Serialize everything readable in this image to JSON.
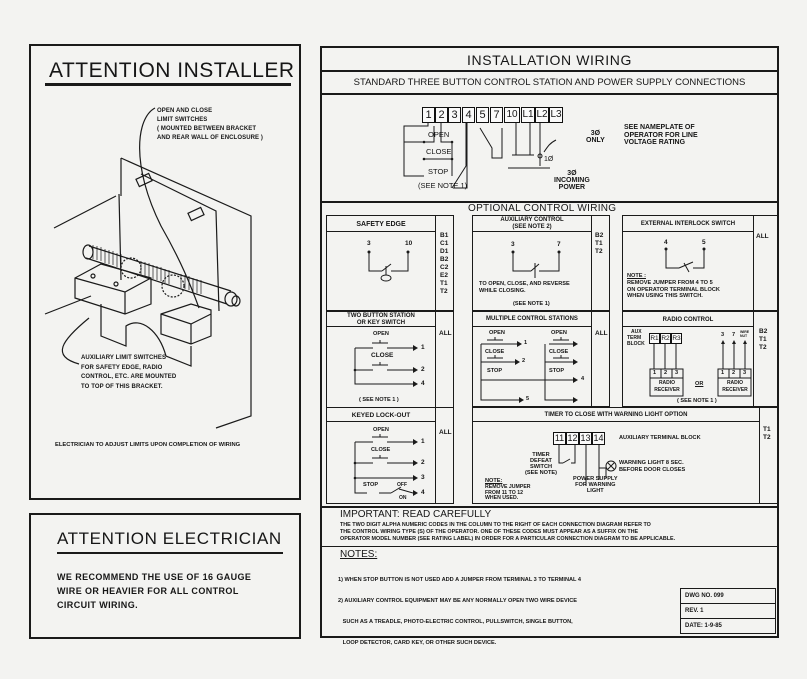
{
  "installer": {
    "title": "ATTENTION INSTALLER",
    "callout_top": [
      "OPEN AND CLOSE",
      "LIMIT SWITCHES",
      "( MOUNTED BETWEEN BRACKET",
      "  AND REAR WALL OF ENCLOSURE )"
    ],
    "callout_bottom": [
      "AUXILIARY LIMIT SWITCHES",
      "FOR SAFETY EDGE, RADIO",
      "CONTROL, ETC. ARE MOUNTED",
      "TO TOP OF THIS BRACKET."
    ],
    "footer": "ELECTRICIAN TO ADJUST LIMITS UPON COMPLETION OF WIRING"
  },
  "electrician": {
    "title": "ATTENTION ELECTRICIAN",
    "body": [
      "WE RECOMMEND THE USE OF 16 GAUGE",
      "WIRE OR HEAVIER FOR ALL CONTROL",
      "CIRCUIT WIRING."
    ]
  },
  "wiring": {
    "title": "INSTALLATION WIRING",
    "standard_title": "STANDARD THREE BUTTON CONTROL STATION AND POWER SUPPLY CONNECTIONS",
    "terminals": [
      "1",
      "2",
      "3",
      "4",
      "5",
      "7",
      "10",
      "L1",
      "L2",
      "L3"
    ],
    "labels": {
      "open": "OPEN",
      "close": "CLOSE",
      "stop": "STOP",
      "see_note": "(SEE NOTE 1)",
      "three_phase_only": [
        "3Ø",
        "ONLY"
      ],
      "single_phase": "1Ø",
      "incoming": [
        "3Ø",
        "INCOMING",
        "POWER"
      ]
    },
    "nameplate_note": [
      "SEE NAMEPLATE OF",
      "OPERATOR FOR LINE",
      "VOLTAGE RATING"
    ]
  },
  "optional": {
    "title": "OPTIONAL CONTROL WIRING",
    "safety_edge": {
      "title": "SAFETY EDGE",
      "t1": "3",
      "t2": "10",
      "codes": "B1\nC1\nD1\nB2\nC2\nE2\nT1\nT2"
    },
    "aux_control": {
      "title": [
        "AUXILIARY CONTROL",
        "(SEE NOTE 2)"
      ],
      "t1": "3",
      "t2": "7",
      "codes": "B2\nT1\nT2",
      "desc": [
        "TO OPEN, CLOSE, AND REVERSE",
        "WHILE CLOSING."
      ],
      "note": "(SEE NOTE 1)"
    },
    "interlock": {
      "title": "EXTERNAL INTERLOCK SWITCH",
      "t1": "4",
      "t2": "5",
      "codes": "ALL",
      "note_head": "NOTE :",
      "note": [
        "REMOVE JUMPER FROM 4 TO 5",
        "ON OPERATOR TERMINAL BLOCK",
        "WHEN USING THIS SWITCH."
      ]
    },
    "two_button": {
      "title": [
        "TWO BUTTON STATION",
        "OR KEY SWITCH"
      ],
      "codes": "ALL",
      "open": "OPEN",
      "close": "CLOSE",
      "outs": [
        "1",
        "2",
        "4"
      ],
      "note": "( SEE NOTE 1 )"
    },
    "multiple": {
      "title": "MULTIPLE CONTROL STATIONS",
      "codes": "ALL",
      "open": "OPEN",
      "close": "CLOSE",
      "stop": "STOP",
      "outs": [
        "1",
        "2",
        "4",
        "5"
      ]
    },
    "radio": {
      "title": "RADIO CONTROL",
      "codes": "B2\nT1\nT2",
      "aux": [
        "AUX",
        "TERM",
        "BLOCK"
      ],
      "aux_terms": [
        "R1",
        "R2",
        "R3"
      ],
      "rx_terms": [
        "1",
        "2",
        "3"
      ],
      "receiver": [
        "RADIO",
        "RECEIVER"
      ],
      "or": "OR",
      "right_inputs": [
        "3",
        "7",
        "WIRE NUT"
      ],
      "note": "( SEE NOTE 1 )"
    },
    "keyed": {
      "title": "KEYED LOCK-OUT",
      "codes": "ALL",
      "open": "OPEN",
      "close": "CLOSE",
      "stop": "STOP",
      "off": "OFF",
      "on": "ON",
      "outs": [
        "1",
        "2",
        "3",
        "4"
      ]
    },
    "timer": {
      "title": "TIMER TO CLOSE WITH WARNING LIGHT OPTION",
      "codes": "T1\nT2",
      "terms": [
        "11",
        "12",
        "13",
        "14"
      ],
      "aux_label": "AUXILIARY TERMINAL BLOCK",
      "defeat": [
        "TIMER",
        "DEFEAT",
        "SWITCH",
        "(SEE NOTE)"
      ],
      "power": [
        "POWER SUPPLY",
        "FOR WARNING",
        "LIGHT"
      ],
      "warning": [
        "WARNING LIGHT 8 SEC.",
        "BEFORE DOOR CLOSES"
      ],
      "note_head": "NOTE:",
      "note": [
        "REMOVE JUMPER",
        "FROM 11 TO 12",
        "WHEN USED."
      ]
    }
  },
  "important": {
    "title": "IMPORTANT: READ CAREFULLY",
    "body": [
      "THE TWO DIGIT ALPHA NUMERIC CODES IN THE COLUMN TO THE RIGHT OF EACH CONNECTION DIAGRAM REFER TO",
      "THE CONTROL WIRING TYPE (S) OF THE OPERATOR. ONE OF THESE CODES MUST APPEAR AS A SUFFIX ON THE",
      "OPERATOR MODEL NUMBER (SEE RATING LABEL) IN ORDER FOR A PARTICULAR CONNECTION DIAGRAM TO BE APPLICABLE."
    ]
  },
  "notes": {
    "title": "NOTES:",
    "items": [
      "1) WHEN STOP BUTTON IS NOT USED ADD A JUMPER FROM TERMINAL 3 TO TERMINAL 4",
      "2) AUXILIARY CONTROL EQUIPMENT MAY BE ANY NORMALLY OPEN TWO WIRE DEVICE",
      "   SUCH AS A TREADLE, PHOTO-ELECTRIC CONTROL, PULLSWITCH, SINGLE BUTTON,",
      "   LOOP DETECTOR, CARD KEY, OR OTHER SUCH DEVICE."
    ]
  },
  "title_block": {
    "dwg": "DWG NO.  099",
    "rev": "REV.  1",
    "date": "DATE:  1-9-85"
  }
}
